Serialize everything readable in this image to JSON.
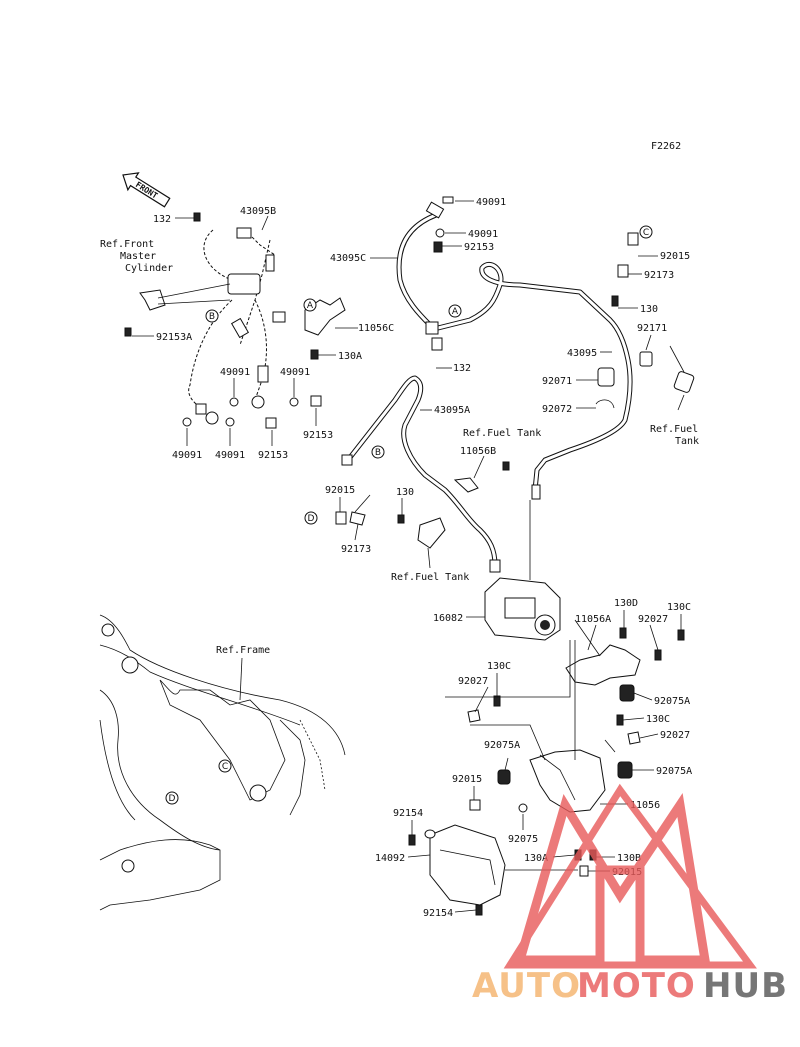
{
  "figure_code": "F2262",
  "front_label": "FRONT",
  "watermark": {
    "part1": "AUTO",
    "part2": "MOTO",
    "part3": "HUB",
    "color1": "#f5b26b",
    "color2": "#e85a5a",
    "color3": "#555555"
  },
  "callouts": {
    "c132a": "132",
    "c43095B": "43095B",
    "refMaster1": "Ref.Front",
    "refMaster2": "Master",
    "refMaster3": "Cylinder",
    "c92153A": "92153A",
    "c11056C": "11056C",
    "c130A_top": "130A",
    "c49091_a": "49091",
    "c49091_b": "49091",
    "c92153_a": "92153",
    "c49091_c": "49091",
    "c49091_d": "49091",
    "c92153_b": "92153",
    "c49091_e": "49091",
    "c49091_f": "49091",
    "c92153_c": "92153",
    "c43095C": "43095C",
    "c132b": "132",
    "c43095A": "43095A",
    "c92015_a": "92015",
    "c92173_a": "92173",
    "c130_a": "130",
    "c43095": "43095",
    "c92171": "92171",
    "c92071": "92071",
    "c92072": "92072",
    "refFuel1a": "Ref.Fuel",
    "refFuel1b": "Tank",
    "refFuel2": "Ref.Fuel Tank",
    "c11056B": "11056B",
    "c92015_b": "92015",
    "c130_b": "130",
    "c92173_b": "92173",
    "refFuel3": "Ref.Fuel Tank",
    "c16082": "16082",
    "c11056A": "11056A",
    "c130D": "130D",
    "c92027_a": "92027",
    "c130C_a": "130C",
    "refFrame": "Ref.Frame",
    "c130C_b": "130C",
    "c92027_b": "92027",
    "c92075A_a": "92075A",
    "c130C_c": "130C",
    "c92027_c": "92027",
    "c92075A_b": "92075A",
    "c92075A_c": "92075A",
    "c92015_c": "92015",
    "c11056": "11056",
    "c92154_a": "92154",
    "c92075": "92075",
    "c14092": "14092",
    "c130A_b": "130A",
    "c130B": "130B",
    "c92015_d": "92015",
    "c92154_b": "92154"
  },
  "circle_refs": {
    "A": "A",
    "B": "B",
    "C": "C",
    "D": "D"
  }
}
